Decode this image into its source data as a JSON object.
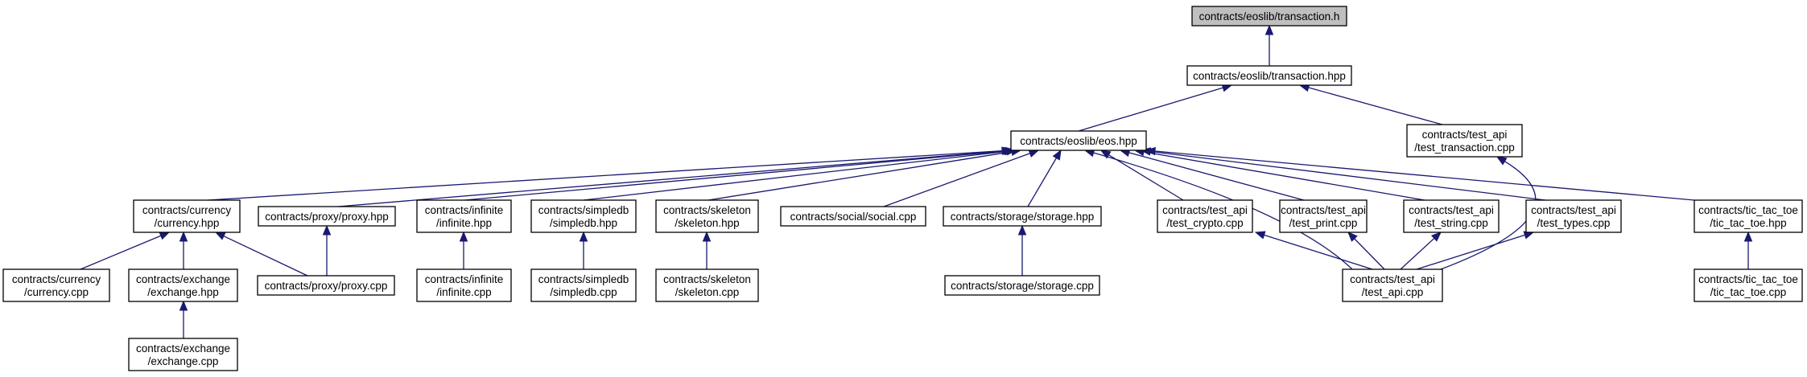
{
  "graph": {
    "colors": {
      "edge": "#191970",
      "root_fill": "#bfbfbf",
      "node_fill": "#ffffff",
      "border": "#000000"
    },
    "nodes": [
      {
        "id": "transaction_h",
        "lines": [
          "contracts/eoslib/transaction.h"
        ],
        "root": true
      },
      {
        "id": "transaction_hpp",
        "lines": [
          "contracts/eoslib/transaction.hpp"
        ]
      },
      {
        "id": "eos_hpp",
        "lines": [
          "contracts/eoslib/eos.hpp"
        ]
      },
      {
        "id": "test_transaction_cpp",
        "lines": [
          "contracts/test_api",
          "/test_transaction.cpp"
        ]
      },
      {
        "id": "currency_hpp",
        "lines": [
          "contracts/currency",
          "/currency.hpp"
        ]
      },
      {
        "id": "proxy_hpp",
        "lines": [
          "contracts/proxy/proxy.hpp"
        ]
      },
      {
        "id": "infinite_hpp",
        "lines": [
          "contracts/infinite",
          "/infinite.hpp"
        ]
      },
      {
        "id": "simpledb_hpp",
        "lines": [
          "contracts/simpledb",
          "/simpledb.hpp"
        ]
      },
      {
        "id": "skeleton_hpp",
        "lines": [
          "contracts/skeleton",
          "/skeleton.hpp"
        ]
      },
      {
        "id": "social_cpp",
        "lines": [
          "contracts/social/social.cpp"
        ]
      },
      {
        "id": "storage_hpp",
        "lines": [
          "contracts/storage/storage.hpp"
        ]
      },
      {
        "id": "test_crypto_cpp",
        "lines": [
          "contracts/test_api",
          "/test_crypto.cpp"
        ]
      },
      {
        "id": "test_print_cpp",
        "lines": [
          "contracts/test_api",
          "/test_print.cpp"
        ]
      },
      {
        "id": "test_string_cpp",
        "lines": [
          "contracts/test_api",
          "/test_string.cpp"
        ]
      },
      {
        "id": "test_types_cpp",
        "lines": [
          "contracts/test_api",
          "/test_types.cpp"
        ]
      },
      {
        "id": "tic_tac_toe_hpp",
        "lines": [
          "contracts/tic_tac_toe",
          "/tic_tac_toe.hpp"
        ]
      },
      {
        "id": "currency_cpp",
        "lines": [
          "contracts/currency",
          "/currency.cpp"
        ]
      },
      {
        "id": "exchange_hpp",
        "lines": [
          "contracts/exchange",
          "/exchange.hpp"
        ]
      },
      {
        "id": "proxy_cpp",
        "lines": [
          "contracts/proxy/proxy.cpp"
        ]
      },
      {
        "id": "infinite_cpp",
        "lines": [
          "contracts/infinite",
          "/infinite.cpp"
        ]
      },
      {
        "id": "simpledb_cpp",
        "lines": [
          "contracts/simpledb",
          "/simpledb.cpp"
        ]
      },
      {
        "id": "skeleton_cpp",
        "lines": [
          "contracts/skeleton",
          "/skeleton.cpp"
        ]
      },
      {
        "id": "storage_cpp",
        "lines": [
          "contracts/storage/storage.cpp"
        ]
      },
      {
        "id": "test_api_cpp",
        "lines": [
          "contracts/test_api",
          "/test_api.cpp"
        ]
      },
      {
        "id": "tic_tac_toe_cpp",
        "lines": [
          "contracts/tic_tac_toe",
          "/tic_tac_toe.cpp"
        ]
      },
      {
        "id": "exchange_cpp",
        "lines": [
          "contracts/exchange",
          "/exchange.cpp"
        ]
      }
    ],
    "edges": [
      {
        "from": "transaction_hpp",
        "to": "transaction_h"
      },
      {
        "from": "eos_hpp",
        "to": "transaction_hpp"
      },
      {
        "from": "test_transaction_cpp",
        "to": "transaction_hpp"
      },
      {
        "from": "currency_hpp",
        "to": "eos_hpp"
      },
      {
        "from": "proxy_hpp",
        "to": "eos_hpp"
      },
      {
        "from": "infinite_hpp",
        "to": "eos_hpp"
      },
      {
        "from": "simpledb_hpp",
        "to": "eos_hpp"
      },
      {
        "from": "skeleton_hpp",
        "to": "eos_hpp"
      },
      {
        "from": "social_cpp",
        "to": "eos_hpp"
      },
      {
        "from": "storage_hpp",
        "to": "eos_hpp"
      },
      {
        "from": "test_crypto_cpp",
        "to": "eos_hpp"
      },
      {
        "from": "test_print_cpp",
        "to": "eos_hpp"
      },
      {
        "from": "test_string_cpp",
        "to": "eos_hpp"
      },
      {
        "from": "test_types_cpp",
        "to": "eos_hpp"
      },
      {
        "from": "tic_tac_toe_hpp",
        "to": "eos_hpp"
      },
      {
        "from": "test_api_cpp",
        "to": "eos_hpp"
      },
      {
        "from": "currency_cpp",
        "to": "currency_hpp"
      },
      {
        "from": "exchange_hpp",
        "to": "currency_hpp"
      },
      {
        "from": "proxy_cpp",
        "to": "currency_hpp"
      },
      {
        "from": "proxy_cpp",
        "to": "proxy_hpp"
      },
      {
        "from": "infinite_cpp",
        "to": "infinite_hpp"
      },
      {
        "from": "simpledb_cpp",
        "to": "simpledb_hpp"
      },
      {
        "from": "skeleton_cpp",
        "to": "skeleton_hpp"
      },
      {
        "from": "storage_cpp",
        "to": "storage_hpp"
      },
      {
        "from": "test_api_cpp",
        "to": "test_crypto_cpp"
      },
      {
        "from": "test_api_cpp",
        "to": "test_print_cpp"
      },
      {
        "from": "test_api_cpp",
        "to": "test_string_cpp"
      },
      {
        "from": "test_api_cpp",
        "to": "test_types_cpp"
      },
      {
        "from": "test_api_cpp",
        "to": "test_transaction_cpp"
      },
      {
        "from": "tic_tac_toe_cpp",
        "to": "tic_tac_toe_hpp"
      },
      {
        "from": "exchange_cpp",
        "to": "exchange_hpp"
      }
    ]
  }
}
